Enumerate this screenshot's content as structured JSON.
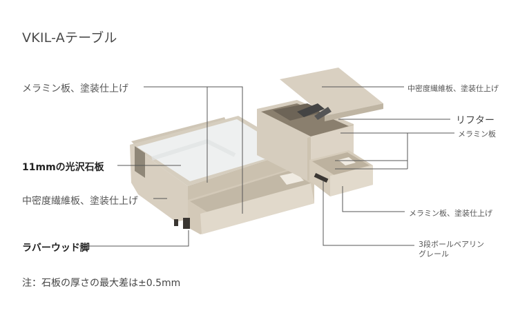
{
  "title": "VKIL-Aテーブル",
  "left_labels": [
    "メラミン板、塗装仕上げ",
    "11mmの光沢石板",
    "中密度繊維板、塗装仕上げ",
    "ラバーウッド脚"
  ],
  "right_labels": [
    "中密度繊維板、塗装仕上げ",
    "リフター",
    "メラミン板",
    "メラミン板、塗装仕上げ",
    "3段ボールベアリン",
    "グレール"
  ],
  "note": "注：石板の厚さの最大差は±0.5mm",
  "colors": {
    "body": "#d9d1c3",
    "stone": "#f2f2f2",
    "line": "#555555",
    "inner": "#c9bfae"
  }
}
